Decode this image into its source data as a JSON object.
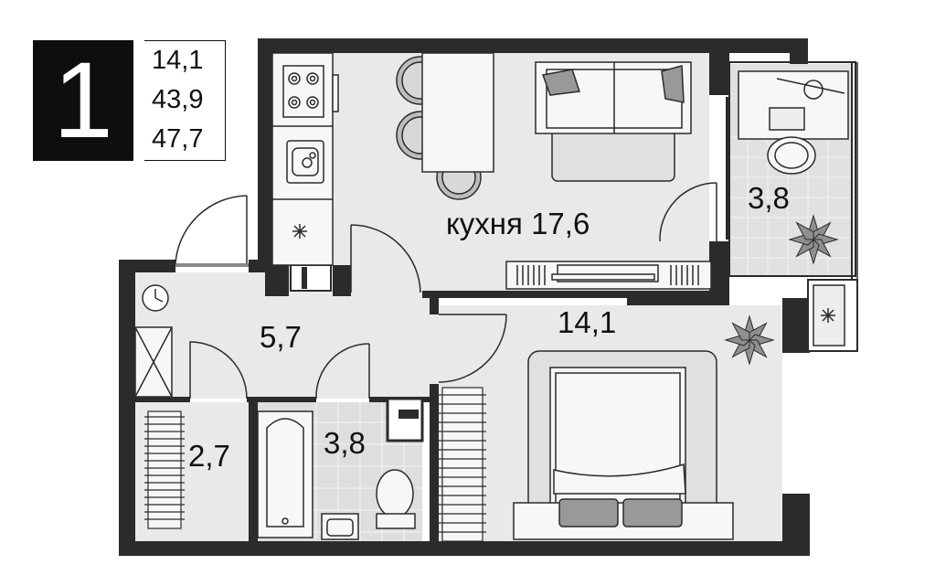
{
  "rooms_count": "1",
  "summary": {
    "living_area": "14,1",
    "total_area": "43,9",
    "area_with_balcony": "47,7"
  },
  "rooms": {
    "kitchen": "кухня 17,6",
    "bedroom": "14,1",
    "hall": "5,7",
    "wardrobe": "2,7",
    "bathroom": "3,8",
    "balcony": "3,8"
  },
  "colors": {
    "wall": "#2b2b2b",
    "floor": "#e8e8e8",
    "tile": "#dcdcdc",
    "furniture": "#f7f7f7",
    "accent": "#0e0e0e"
  },
  "icons": [
    "clock-icon",
    "plant-icon",
    "snowflake-icon",
    "stove-icon",
    "sink-icon"
  ]
}
